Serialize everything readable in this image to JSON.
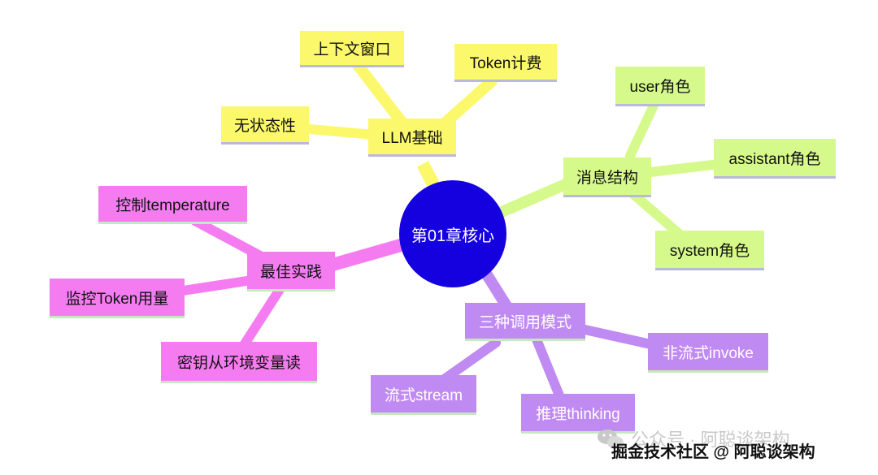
{
  "center": {
    "label": "第01章核心",
    "color": "#1500e0"
  },
  "branches": [
    {
      "id": "llm",
      "label": "LLM基础",
      "color": "#fbf86b",
      "children": [
        "上下文窗口",
        "Token计费",
        "无状态性"
      ]
    },
    {
      "id": "msg",
      "label": "消息结构",
      "color": "#d6f98b",
      "children": [
        "user角色",
        "assistant角色",
        "system角色"
      ]
    },
    {
      "id": "mode",
      "label": "三种调用模式",
      "color": "#c08af3",
      "children": [
        "非流式invoke",
        "推理thinking",
        "流式stream"
      ]
    },
    {
      "id": "best",
      "label": "最佳实践",
      "color": "#f57cf0",
      "children": [
        "控制temperature",
        "监控Token用量",
        "密钥从环境变量读"
      ]
    }
  ],
  "watermark": {
    "wechat_text": "公众号 · 阿聪谈架构",
    "site_text": "掘金技术社区 @ 阿聪谈架构",
    "icon": "wechat-icon"
  }
}
